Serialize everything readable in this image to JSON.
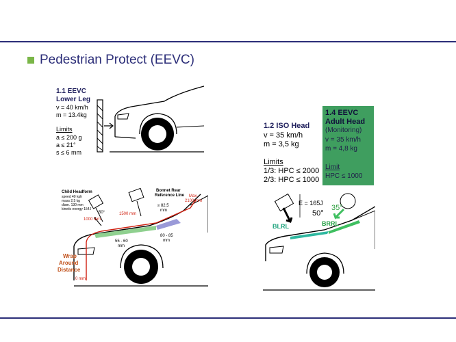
{
  "slide": {
    "title": "Pedestrian Protect (EEVC)",
    "colors": {
      "accent": "#2b2d78",
      "bullet": "#7ab648",
      "green_box": "#3f9e5f",
      "red": "#d02010"
    }
  },
  "panel_11": {
    "heading1": "1.1 EEVC",
    "heading2": "Lower Leg",
    "v": "v   = 40 km/h",
    "m": "m  = 13.4kg",
    "limits": "Limits",
    "a1": "a   ≤ 200 g",
    "a2": "a   ≤ 21°",
    "s": "s   ≤ 6 mm"
  },
  "panel_12": {
    "heading": "1.2 ISO Head",
    "v": "v   = 35 km/h",
    "m": "m  = 3,5 kg",
    "limits": "Limits",
    "l1": "1/3: HPC ≤ 2000",
    "l2": "2/3: HPC ≤ 1000"
  },
  "panel_14": {
    "heading1": "1.4 EEVC",
    "heading2": "Adult Head",
    "monitoring": "(Monitoring)",
    "v": "v    = 35 km/h",
    "m": "m   = 4,8 kg",
    "limit": "Limit",
    "hpc": "HPC ≤ 1000"
  },
  "panel_wrap": {
    "child": "Child Headform",
    "child_specs": [
      "speed 40 kph",
      "mass 2,5 kg",
      "diam. 130 mm",
      "kinetic energy 154J"
    ],
    "bonnet1": "Bonnet Rear",
    "bonnet2": "Reference Line",
    "max1": "Max.",
    "max2": "2100 mm",
    "d1000": "1000 mm",
    "d1500": "1500 mm",
    "ge825": "≥ 82,5",
    "mm1": "mm",
    "r5060": "55 - 60",
    "mm2": "mm",
    "r8085": "80 - 85",
    "mm3": "mm",
    "wrap1": "Wrap",
    "wrap2": "Around",
    "wrap3": "Distance",
    "zero": "0 mm",
    "a50": "50°"
  },
  "panel_brrl": {
    "energy": "E = 165J",
    "angle50": "50°",
    "angle35": "35°",
    "blrl": "BLRL",
    "brrl": "BRRL"
  }
}
